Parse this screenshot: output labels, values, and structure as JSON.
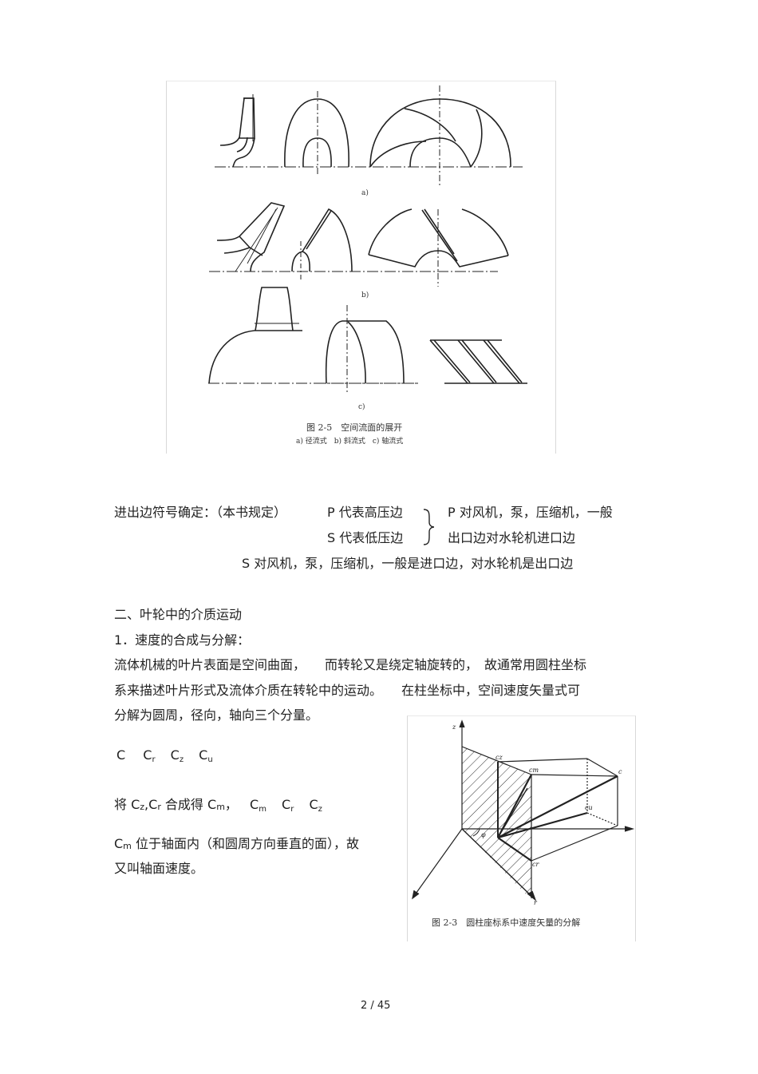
{
  "figure_2_5": {
    "sub_labels": {
      "a": "a)",
      "b": "b)",
      "c": "c)"
    },
    "caption_title": "图 2-5　空间流面的展开",
    "caption_legend": "a) 径流式　b) 斜流式　c) 轴流式"
  },
  "symbol_definition": {
    "lead": "进出边符号确定：（本书规定）",
    "p_line": "P 代表高压边",
    "s_line": "S 代表低压边",
    "p_note_1": "P 对风机，泵，压缩机，一般",
    "p_note_2": "出口边对水轮机进口边",
    "s_note": "S 对风机，泵，压缩机，一般是进口边，对水轮机是出口边"
  },
  "section": {
    "heading": "二、叶轮中的介质运动",
    "subheading": "1．速度的合成与分解：",
    "para_line_1": "流体机械的叶片表面是空间曲面，　　而转轮又是绕定轴旋转的，　故通常用圆柱坐标",
    "para_line_2": "系来描述叶片形式及流体介质在转轮中的运动。　　在柱坐标中，空间速度矢量式可",
    "para_line_3": "分解为圆周，径向，轴向三个分量。",
    "components": {
      "c": "C",
      "cr_base": "C",
      "cr_sub": "r",
      "cz_base": "C",
      "cz_sub": "z",
      "cu_base": "C",
      "cu_sub": "u"
    },
    "compose": {
      "prefix": "将 ",
      "a_base": "C",
      "a_sub": "z",
      "comma": ",",
      "b_base": "C",
      "b_sub": "r",
      "mid": " 合成得 ",
      "c_base": "C",
      "c_sub": "m",
      "sep": "，",
      "d_base": "C",
      "d_sub": "m",
      "e_base": "C",
      "e_sub": "r",
      "f_base": "C",
      "f_sub": "z"
    },
    "cm_line_1_base": "C",
    "cm_line_1_sub": "m",
    "cm_line_1_rest": " 位于轴面内（和圆周方向垂直的面），故",
    "cm_line_2": "又叫轴面速度。"
  },
  "figure_2_3": {
    "labels": {
      "z": "z",
      "cz": "cz",
      "cm": "cm",
      "c": "c",
      "cu": "cu",
      "cr": "cr",
      "r": "r",
      "phi": "φ"
    },
    "caption": "图 2-3　圆柱座标系中速度矢量的分解"
  },
  "footer": {
    "page_indicator": "2 / 45"
  }
}
